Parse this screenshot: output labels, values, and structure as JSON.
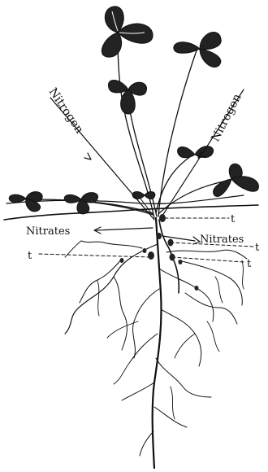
{
  "labels": {
    "nitrogen_left": "Nitrogen",
    "nitrogen_right": "Nitrogen",
    "nitrates_left": "Nitrates",
    "nitrates_right": "Nitrates",
    "t_right_top": "t",
    "t_left": "t",
    "t_right_mid": "t",
    "t_right_low": "t"
  },
  "colors": {
    "ink": "#111111",
    "paper": "#ffffff"
  }
}
